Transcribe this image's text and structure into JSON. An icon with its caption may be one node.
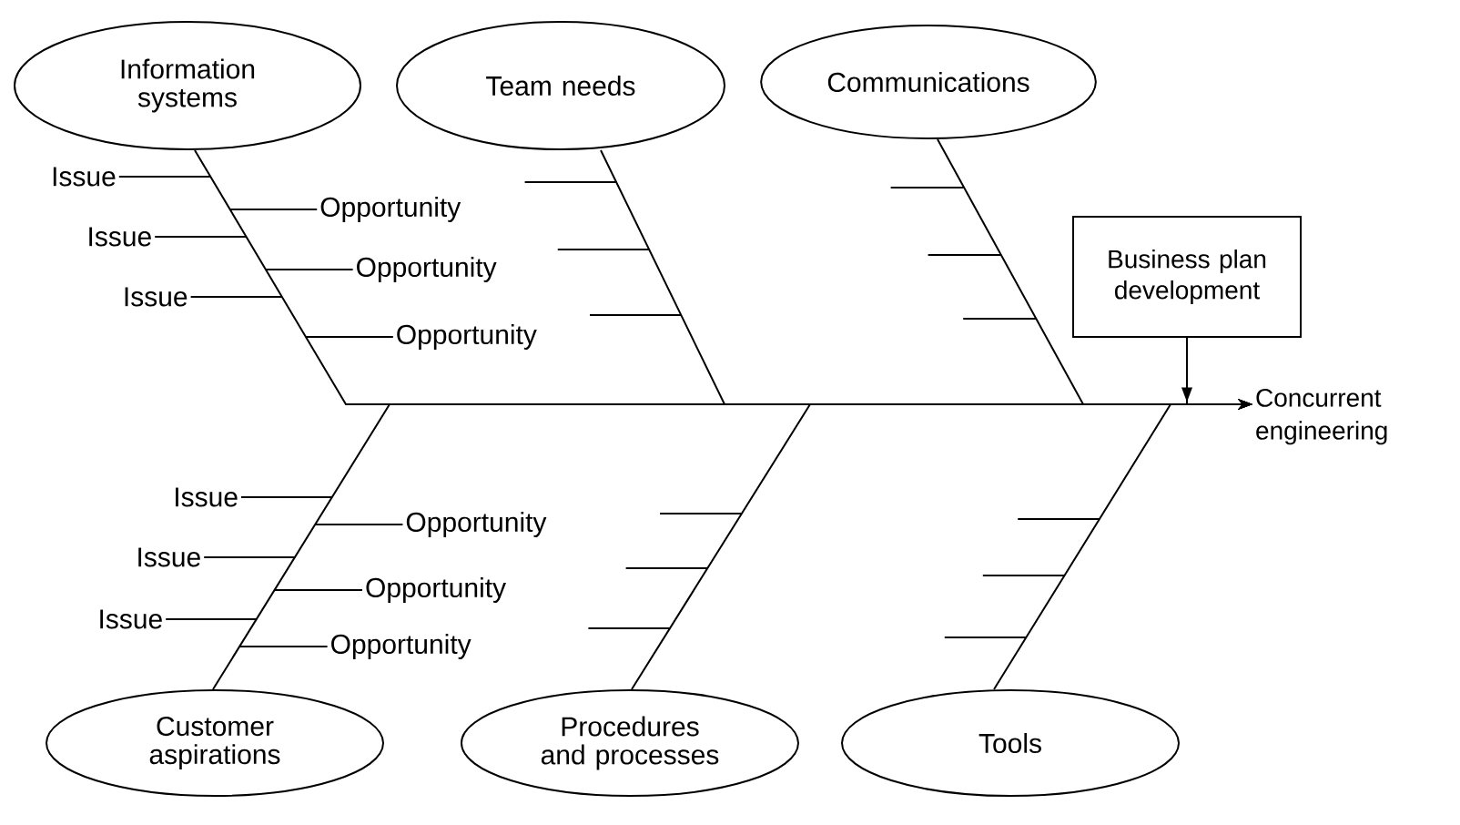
{
  "diagram": {
    "nodes": [
      {
        "text": [
          "Information systems"
        ]
      },
      {
        "text": [
          "Team needs"
        ]
      },
      {
        "text": [
          "Communications"
        ]
      },
      {
        "text": [
          "Business plan development"
        ]
      },
      {
        "text": [
          "Concurrent engineering"
        ]
      },
      {
        "text": [
          "Customer aspirations"
        ]
      },
      {
        "text": [
          "Procedures and processes"
        ]
      },
      {
        "text": [
          "Tools"
        ]
      }
    ],
    "edges": [
      {
        "from": 0,
        "to": 4,
        "arrow": "to"
      },
      {
        "from": 1,
        "to": 4,
        "arrow": "to"
      },
      {
        "from": 2,
        "to": 4,
        "arrow": "to"
      },
      {
        "from": 5,
        "to": 4,
        "arrow": "to"
      },
      {
        "from": 6,
        "to": 4,
        "arrow": "to"
      },
      {
        "from": 7,
        "to": 4,
        "arrow": "to"
      },
      {
        "from": 3,
        "to": 4,
        "arrow": "to"
      }
    ],
    "labels": [
      "Issue",
      "Opportunity",
      "Issue",
      "Opportunity",
      "Issue",
      "Opportunity",
      "Issue",
      "Opportunity",
      "Issue",
      "Opportunity",
      "Issue",
      "Opportunity"
    ]
  }
}
